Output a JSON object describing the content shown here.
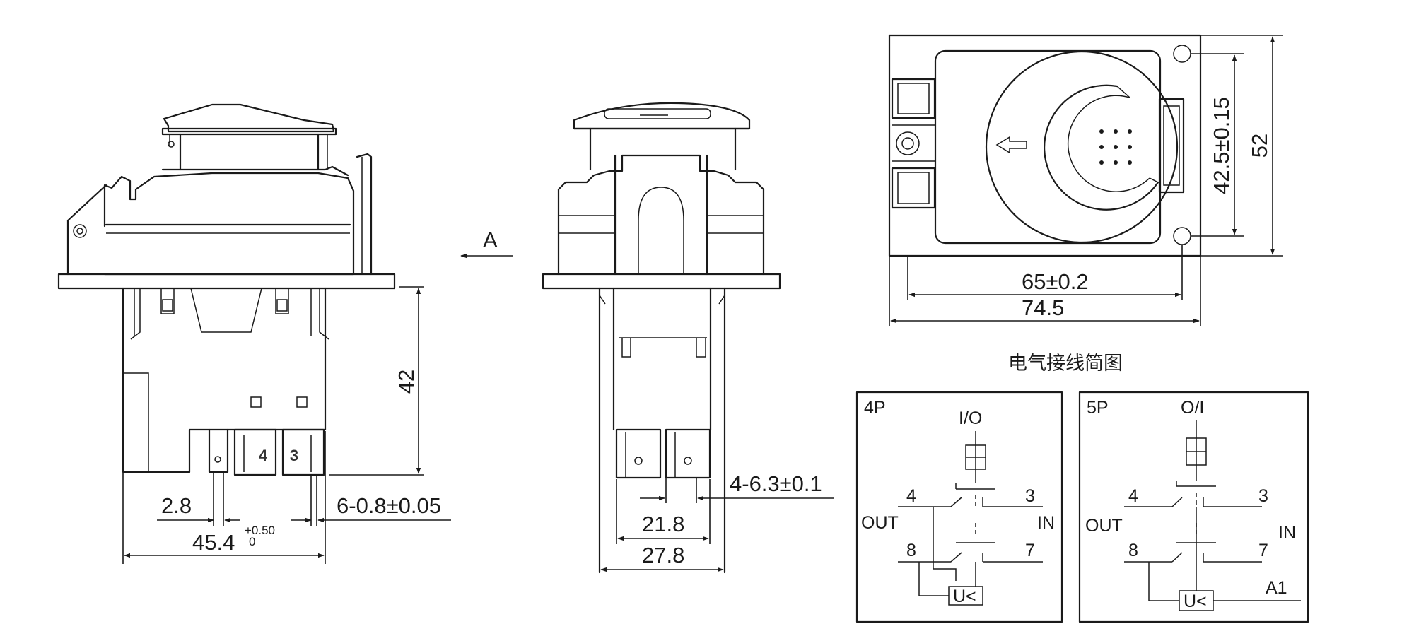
{
  "views": {
    "side_view": {
      "dim_height": "42",
      "dim_pin_pitch": "2.8",
      "dim_pin_width": "6-0.8±0.05",
      "dim_width_main": "45.4",
      "dim_width_tol_upper": "+0.50",
      "dim_width_tol_lower": "0",
      "pin_label_left": "4",
      "pin_label_right": "3"
    },
    "view_arrow_label": "A",
    "front_view": {
      "dim_terminal": "4-6.3±0.1",
      "dim_inner_width": "21.8",
      "dim_outer_width": "27.8"
    },
    "top_view": {
      "dim_hole_spacing_v": "42.5±0.15",
      "dim_height": "52",
      "dim_hole_spacing_h": "65±0.2",
      "dim_width": "74.5"
    }
  },
  "wiring": {
    "title": "电气接线简图",
    "panels": [
      {
        "name": "4P",
        "switch_label": "I/O",
        "terminal_top_left": "4",
        "terminal_top_right": "3",
        "terminal_bottom_left": "8",
        "terminal_bottom_right": "7",
        "side_left": "OUT",
        "side_right": "IN",
        "relay_label": "U<",
        "extra_label": ""
      },
      {
        "name": "5P",
        "switch_label": "O/I",
        "terminal_top_left": "4",
        "terminal_top_right": "3",
        "terminal_bottom_left": "8",
        "terminal_bottom_right": "7",
        "side_left": "OUT",
        "side_right": "IN",
        "relay_label": "U<",
        "extra_label": "A1"
      }
    ]
  }
}
